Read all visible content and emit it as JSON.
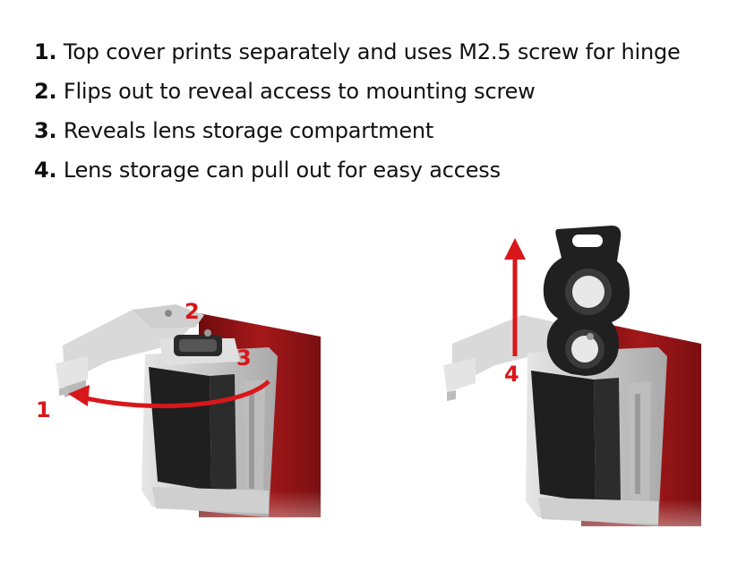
{
  "steps": [
    {
      "number": "1.",
      "text": "Top cover prints separately and uses M2.5 screw for hinge"
    },
    {
      "number": "2.",
      "text": "Flips out to reveal access to mounting screw"
    },
    {
      "number": "3.",
      "text": "Reveals lens storage compartment"
    },
    {
      "number": "4.",
      "text": "Lens storage can pull out for easy access"
    }
  ],
  "callouts": {
    "left": [
      "1",
      "2",
      "3"
    ],
    "right": [
      "4"
    ]
  },
  "colors": {
    "accent": "#d8171b",
    "body_red": "#9b1416",
    "grip": "#1f1f1f",
    "plastic": "#c9c9c9"
  }
}
